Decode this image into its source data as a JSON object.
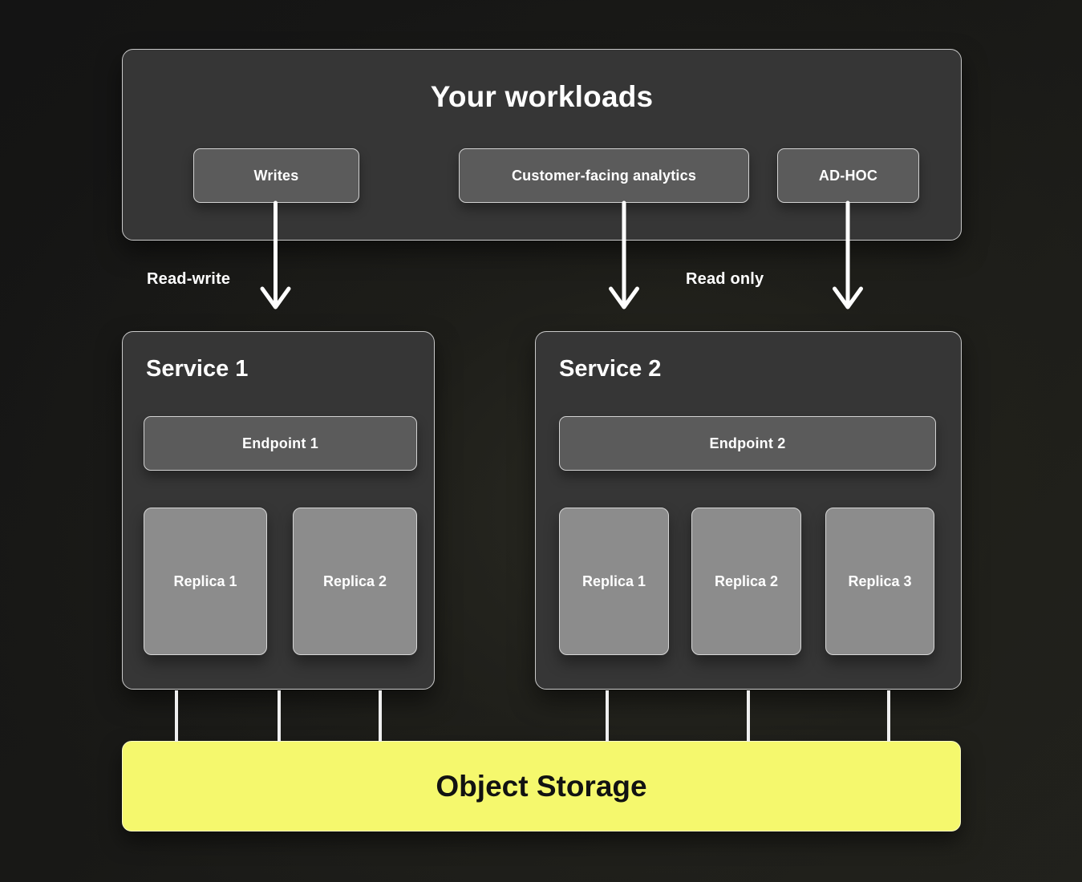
{
  "workloads": {
    "title": "Your workloads",
    "buttons": [
      {
        "label": "Writes"
      },
      {
        "label": "Customer-facing analytics"
      },
      {
        "label": "AD-HOC"
      }
    ]
  },
  "edges": {
    "left_label": "Read-write",
    "right_label": "Read only"
  },
  "services": [
    {
      "title": "Service 1",
      "endpoint": "Endpoint 1",
      "replicas": [
        "Replica 1",
        "Replica 2"
      ]
    },
    {
      "title": "Service 2",
      "endpoint": "Endpoint 2",
      "replicas": [
        "Replica 1",
        "Replica 2",
        "Replica 3"
      ]
    }
  ],
  "storage": {
    "label": "Object Storage"
  },
  "colors": {
    "background": "#1a1a17",
    "panel_fill": "#363636",
    "panel_border": "#c9c9c9",
    "button_fill": "#5b5b5b",
    "button_border": "#d2d2d2",
    "replica_fill": "#8c8c8c",
    "replica_border": "#d6d6d6",
    "storage_fill": "#f5f86d",
    "arrow_color": "#ffffff",
    "text_light": "#ffffff",
    "text_dark": "#121212"
  }
}
